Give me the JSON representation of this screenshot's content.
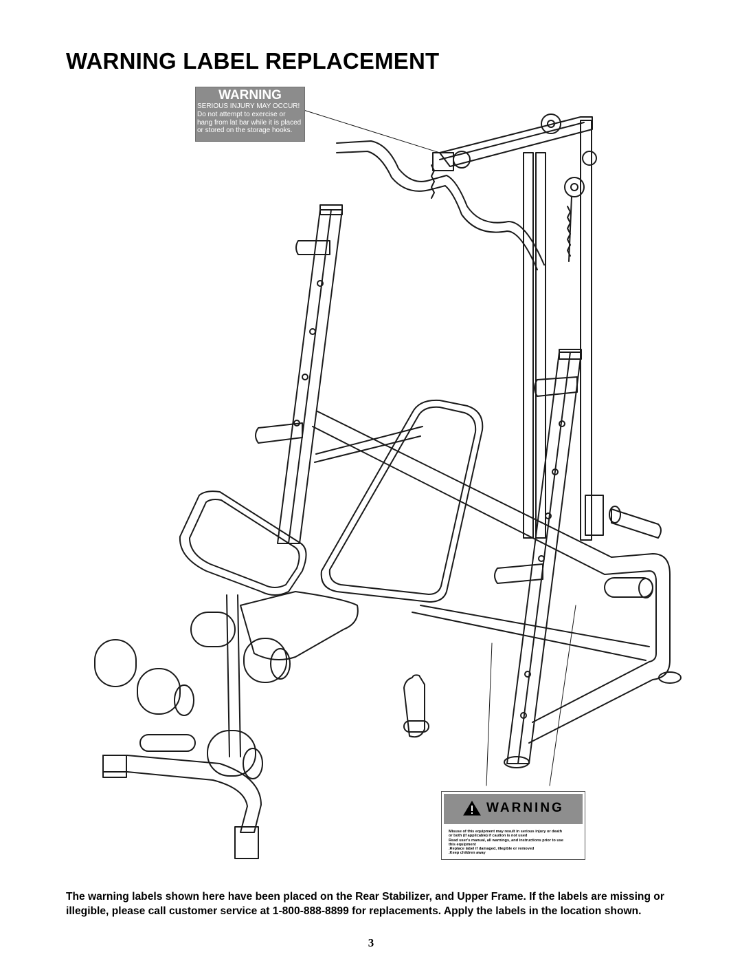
{
  "title": "WARNING LABEL REPLACEMENT",
  "label_upper": {
    "heading": "WARNING",
    "subheading": "SERIOUS INJURY MAY OCCUR!",
    "lines": [
      "Do not attempt to exercise or",
      "hang from lat bar while it is placed",
      "or stored on the storage hooks."
    ]
  },
  "label_lower": {
    "heading": "WARNING",
    "lines": [
      "Misuse of this equipment may result in serious injury or death",
      "or both (if applicable) if caution is not used",
      "Read user's manual, all warnings, and instructions prior to use",
      "this equipment",
      ".Replace label if damaged, illegible or removed",
      ".Keep children away"
    ]
  },
  "caption": "The warning labels shown here have been placed on the Rear Stabilizer, and Upper Frame.  If the labels are missing or illegible, please call customer service at 1-800-888-8899 for replacements.  Apply the labels in the location shown.",
  "page_number": "3"
}
